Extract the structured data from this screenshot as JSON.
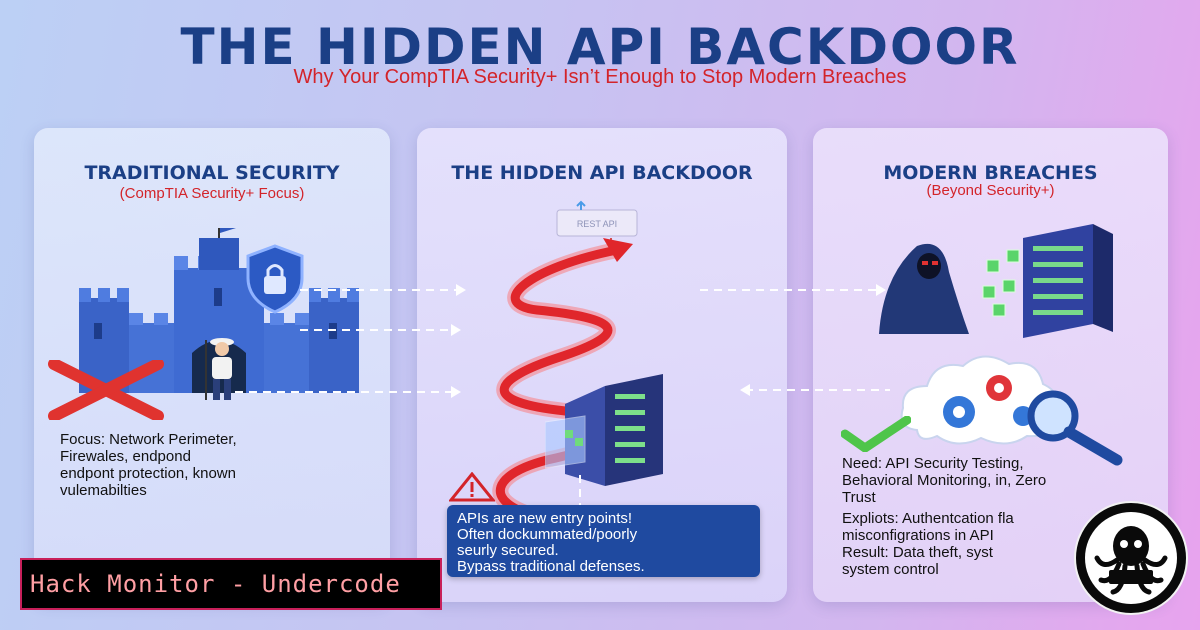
{
  "header": {
    "title": "THE HIDDEN API BACKDOOR",
    "subtitle": "Why Your CompTIA Security+ Isn’t Enough to Stop Modern Breaches"
  },
  "panels": [
    {
      "title": "TRADITIONAL SECURITY",
      "subtitle": "(CompTIA Security+ Focus)",
      "lines": [
        "Focus: Network Perimeter,",
        "Firewales, endpond",
        "endpont protection, known",
        "vulemabilties"
      ]
    },
    {
      "title": "THE HIDDEN API BACKDOOR",
      "api_label": "REST API",
      "callout": [
        "APIs are new entry points!",
        "Often dockummated/poorly",
        "seurly secured.",
        "Bypass traditional defenses."
      ]
    },
    {
      "title": "MODERN BREACHES",
      "subtitle": "(Beyond Security+)",
      "need": [
        "Need: API Security Testing,",
        "Behavioral Monitoring, in, Zero",
        "Trust"
      ],
      "exploits": [
        "Expliots: Authentcation fla",
        "misconfigrations in API",
        "Result: Data theft, syst",
        "system control"
      ]
    }
  ],
  "badge": {
    "text": "Hack Monitor - Undercode"
  },
  "colors": {
    "title": "#1b3f86",
    "accent_red": "#d3242a",
    "callout_bg": "#1f4aa0",
    "badge_text": "#ff9fa4"
  },
  "icons": [
    "castle-icon",
    "shield-lock-icon",
    "flag-icon",
    "guard-icon",
    "red-x-icon",
    "red-curved-arrow-icon",
    "server-icon",
    "warning-icon",
    "hooded-hacker-icon",
    "gears-cloud-icon",
    "magnifier-icon",
    "green-check-icon",
    "octopus-logo-icon"
  ]
}
